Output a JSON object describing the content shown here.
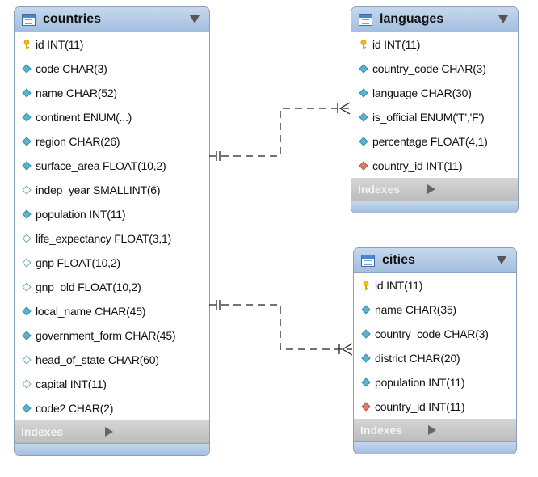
{
  "tables": [
    {
      "id": "countries",
      "title": "countries",
      "columns": [
        {
          "label": "id INT(11)",
          "kind": "pk"
        },
        {
          "label": "code CHAR(3)",
          "kind": "nn"
        },
        {
          "label": "name CHAR(52)",
          "kind": "nn"
        },
        {
          "label": "continent ENUM(...)",
          "kind": "nn"
        },
        {
          "label": "region CHAR(26)",
          "kind": "nn"
        },
        {
          "label": "surface_area FLOAT(10,2)",
          "kind": "nn"
        },
        {
          "label": "indep_year SMALLINT(6)",
          "kind": "nl"
        },
        {
          "label": "population INT(11)",
          "kind": "nn"
        },
        {
          "label": "life_expectancy FLOAT(3,1)",
          "kind": "nl"
        },
        {
          "label": "gnp FLOAT(10,2)",
          "kind": "nl"
        },
        {
          "label": "gnp_old FLOAT(10,2)",
          "kind": "nl"
        },
        {
          "label": "local_name CHAR(45)",
          "kind": "nn"
        },
        {
          "label": "government_form CHAR(45)",
          "kind": "nn"
        },
        {
          "label": "head_of_state CHAR(60)",
          "kind": "nl"
        },
        {
          "label": "capital INT(11)",
          "kind": "nl"
        },
        {
          "label": "code2 CHAR(2)",
          "kind": "nn"
        }
      ],
      "indexes_label": "Indexes"
    },
    {
      "id": "languages",
      "title": "languages",
      "columns": [
        {
          "label": "id INT(11)",
          "kind": "pk"
        },
        {
          "label": "country_code CHAR(3)",
          "kind": "nn"
        },
        {
          "label": "language CHAR(30)",
          "kind": "nn"
        },
        {
          "label": "is_official ENUM('T','F')",
          "kind": "nn"
        },
        {
          "label": "percentage FLOAT(4,1)",
          "kind": "nn"
        },
        {
          "label": "country_id INT(11)",
          "kind": "fk"
        }
      ],
      "indexes_label": "Indexes"
    },
    {
      "id": "cities",
      "title": "cities",
      "columns": [
        {
          "label": "id INT(11)",
          "kind": "pk"
        },
        {
          "label": "name CHAR(35)",
          "kind": "nn"
        },
        {
          "label": "country_code CHAR(3)",
          "kind": "nn"
        },
        {
          "label": "district CHAR(20)",
          "kind": "nn"
        },
        {
          "label": "population INT(11)",
          "kind": "nn"
        },
        {
          "label": "country_id INT(11)",
          "kind": "fk"
        }
      ],
      "indexes_label": "Indexes"
    }
  ],
  "relationships": [
    {
      "from": "countries",
      "to": "languages",
      "cardinality": "one-to-many"
    },
    {
      "from": "countries",
      "to": "cities",
      "cardinality": "one-to-many"
    }
  ]
}
